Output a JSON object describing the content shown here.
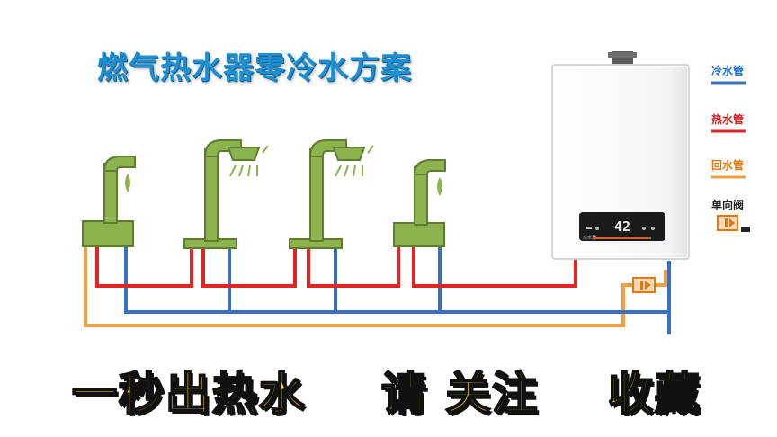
{
  "title": "燃气热水器零冷水方案",
  "heater": {
    "display": "42"
  },
  "legend": {
    "cold_label": "冷水管",
    "hot_label": "热水管",
    "return_label": "回水管",
    "valve_label": "单向阀"
  },
  "colors": {
    "cold": "#3a6fc4",
    "hot": "#e02525",
    "return": "#f0a040",
    "fixture": "#8db34f",
    "title": "#1f8fd0",
    "slogan": "#ffe100"
  },
  "slogan": {
    "part1": "一秒出热水",
    "part2": "请 关注",
    "part3": "收藏"
  }
}
